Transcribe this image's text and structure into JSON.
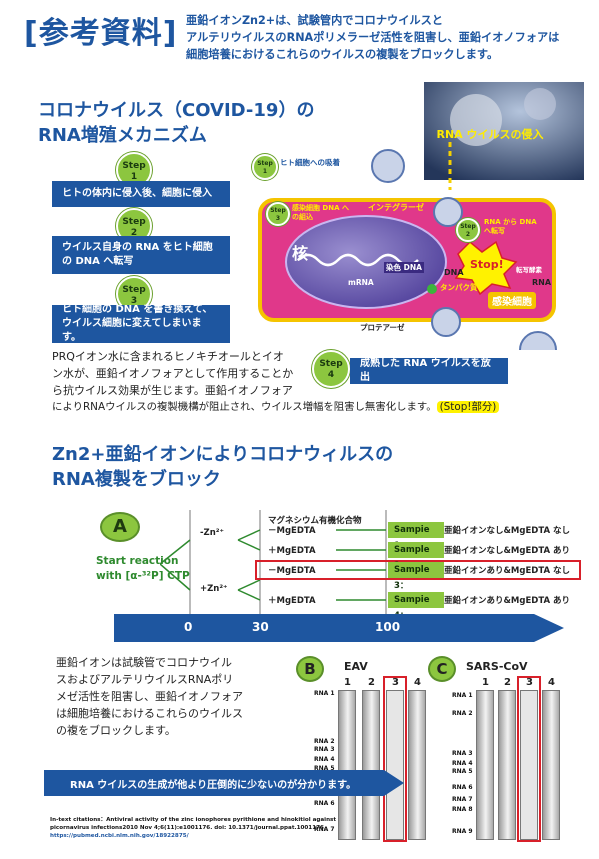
{
  "header": {
    "tag": "[参考資料]",
    "lines": [
      "亜鉛イオンZn2+は、試験管内でコロナウイルスと",
      "アルテリウイルスのRNAポリメラーゼ活性を阻害し、亜鉛イオノフォアは",
      "細胞培養におけるこれらのウイルスの複製をブロックします。"
    ]
  },
  "section1": {
    "title_line1": "コロナウイルス（COVID-19）の",
    "title_line2": "RNA増殖メカニズム",
    "steps": [
      {
        "badge": "Step",
        "num": "1",
        "text": "ヒトの体内に侵入後、細胞に侵入"
      },
      {
        "badge": "Step",
        "num": "2",
        "text": "ウイルス自身の RNA をヒト細胞の DNA へ転写"
      },
      {
        "badge": "Step",
        "num": "3",
        "text": "ヒト細胞の DNA を書き換えて、ウイルス細胞に変えてしまいます。"
      }
    ],
    "step4": {
      "badge": "Step",
      "num": "4",
      "text": "成熟した RNA ウイルスを放出"
    },
    "body_lines": [
      "PRQイオン水に含まれるヒノキチオールとイオ",
      "ン水が、亜鉛イオノフォアとして作用することか",
      "ら抗ウイルス効果が生じます。亜鉛イオノフォア",
      "によりRNAウイルスの複製機構が阻止され、ウイルス増幅を阻害し無害化します。"
    ],
    "stop_note": "(Stop!部分)"
  },
  "diagram": {
    "rna_virus_label": "RNA ウイルスの侵入",
    "step1_label": "ヒト細胞への吸着",
    "step3_label": "感染細胞 DNA への組込",
    "integrase": "インテグラーゼ",
    "step2_label": "RNA から DNA へ転写",
    "nucleus": "核",
    "mrna": "mRNA",
    "dye_dna": "染色 DNA",
    "dna": "DNA",
    "stop": "Stop!",
    "rt": "転写酵素",
    "rna": "RNA",
    "protein": "タンパク質",
    "infected_cell": "感染細胞",
    "protease": "プロテアーゼ"
  },
  "section2": {
    "title_line1": "Zn2+亜鉛イオンによりコロナウィルスの",
    "title_line2": "RNA複製をブロック"
  },
  "panelA": {
    "letter": "A",
    "start": "Start reaction",
    "with": "with [α-³²P] CTP",
    "zn_top": "-Zn²⁺",
    "zn_bottom": "+Zn²⁺",
    "mg_header": "マグネシウム有機化合物",
    "mg_rows": [
      "－MgEDTA",
      "＋MgEDTA",
      "－MgEDTA",
      "＋MgEDTA"
    ],
    "samples": [
      {
        "label": "Sampie 1：",
        "desc": "亜鉛イオンなし&MgEDTA なし"
      },
      {
        "label": "Sample 2：",
        "desc": "亜鉛イオンなし&MgEDTA あり"
      },
      {
        "label": "Sample 3：",
        "desc": "亜鉛イオンあり&MgEDTA なし"
      },
      {
        "label": "Sampie 4：",
        "desc": "亜鉛イオンあり&MgEDTA あり"
      }
    ],
    "ticks": [
      "0",
      "30",
      "100"
    ]
  },
  "body2_lines": [
    "亜鉛イオンは試験管でコロナウイル",
    "スおよびアルテリウイルスRNAポリ",
    "メゼ活性を阻害し、亜鉛イオノフォア",
    "は細胞培養におけるこれらのウイルス",
    "の複をブロックします。"
  ],
  "panelB": {
    "letter": "B",
    "title": "EAV",
    "lanes": [
      "1",
      "2",
      "3",
      "4"
    ],
    "labels": [
      "RNA 1",
      "RNA 2",
      "RNA 3",
      "RNA 4",
      "RNA 5",
      "RNA 6",
      "RNA 7"
    ]
  },
  "panelC": {
    "letter": "C",
    "title": "SARS-CoV",
    "lanes": [
      "1",
      "2",
      "3",
      "4"
    ],
    "labels": [
      "RNA 1",
      "RNA 2",
      "RNA 3",
      "RNA 4",
      "RNA 5",
      "RNA 6",
      "RNA 7",
      "RNA 8",
      "RNA 9"
    ]
  },
  "arrow_note": "RNA ウイルスの生成が他より圧倒的に少ないのが分かります。",
  "citation": {
    "line1": "In-text citations：Antiviral activity of the zinc ionophores pyrithione and hinokitiol against",
    "line2": "picornavirus infections2010 Nov 4;6(11):e1001176. doi: 10.1371/journal.ppat.1001176.",
    "link": "https://pubmed.ncbi.nlm.nih.gov/18922875/"
  },
  "colors": {
    "brand_blue": "#1e56a0",
    "step_green": "#8cc63f",
    "highlight_red": "#d8202a",
    "stop_yellow": "#fff200",
    "cell_magenta": "#e0388a"
  }
}
